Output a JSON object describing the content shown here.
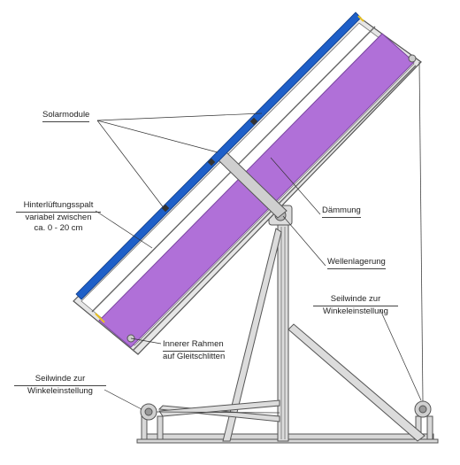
{
  "labels": {
    "solarmodule": "Solarmodule",
    "hinterlueftung_l1": "Hinterlüftungsspalt",
    "hinterlueftung_l2": "variabel zwischen",
    "hinterlueftung_l3": "ca. 0 - 20 cm",
    "daemmung": "Dämmung",
    "wellenlagerung": "Wellenlagerung",
    "seilwinde_right_l1": "Seilwinde zur",
    "seilwinde_right_l2": "Winkeleinstellung",
    "innerer_rahmen_l1": "Innerer Rahmen",
    "innerer_rahmen_l2": "auf Gleitschlitten",
    "seilwinde_left_l1": "Seilwinde zur",
    "seilwinde_left_l2": "Winkeleinstellung"
  },
  "colors": {
    "solar_module": "#1e5fc8",
    "insulation": "#b070d8",
    "frame": "#555555",
    "cable": "#444444"
  }
}
